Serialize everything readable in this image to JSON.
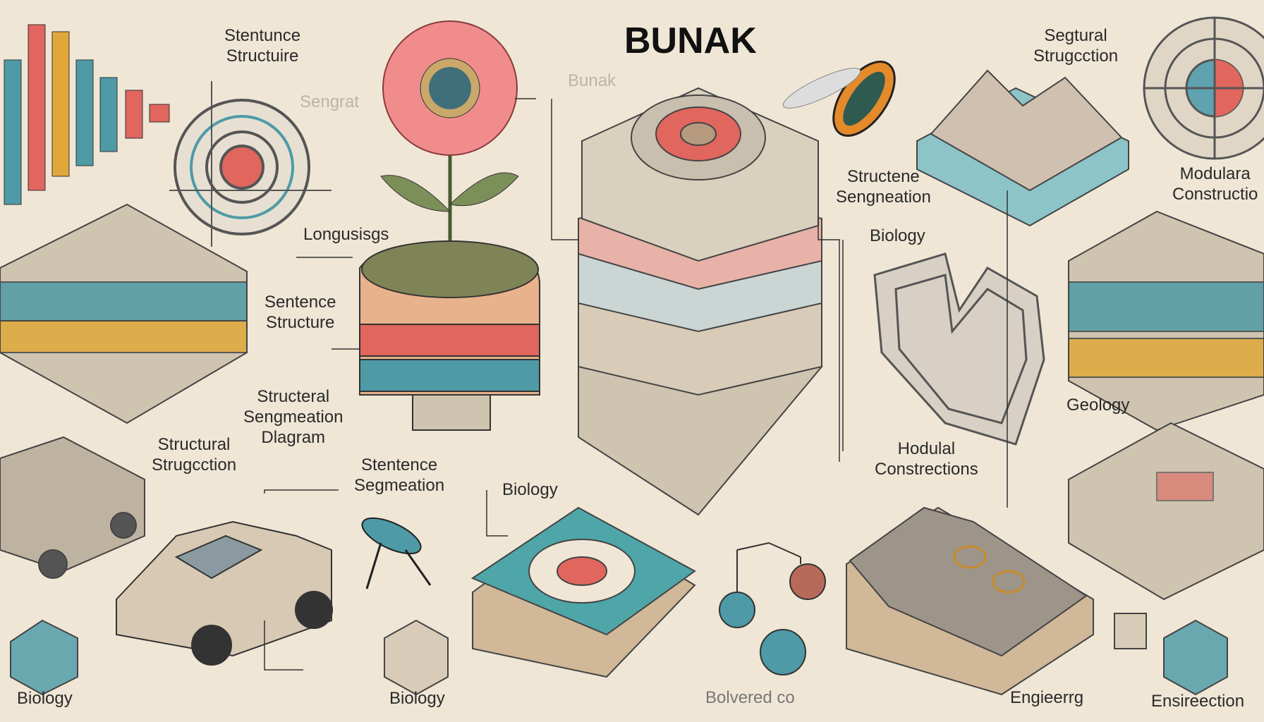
{
  "title": "BUNAK",
  "faint_labels": [
    "Bunak",
    "Sengrat"
  ],
  "labels": {
    "stentunce": [
      "Stentunce",
      "Structuire"
    ],
    "segtural": [
      "Segtural",
      "Strugcction"
    ],
    "structene": [
      "Structene",
      "Sengneation"
    ],
    "modulara": [
      "Modulara",
      "Constructio"
    ],
    "longusisgs": "Longusisgs",
    "biology_mid": "Biology",
    "sentence": [
      "Sentence",
      "Structure"
    ],
    "structeral": [
      "Structeral",
      "Sengmeation",
      "Dlagram"
    ],
    "geology": "Geology",
    "structural": [
      "Structural",
      "Strugcction"
    ],
    "stentence": [
      "Stentence",
      "Segmeation"
    ],
    "biology_center": "Biology",
    "hodulal": [
      "Hodulal",
      "Constrections"
    ],
    "biology_bl": "Biology",
    "biology_bm": "Biology",
    "bolvered": "Bolvered co",
    "engieerrg": "Engieerrg",
    "ensireection": "Ensireection"
  },
  "colors": {
    "background": "#efe6d6",
    "red": "#e0665e",
    "teal": "#4e9aa6",
    "yellow": "#e0a83a",
    "stone": "#cfc4b0"
  }
}
